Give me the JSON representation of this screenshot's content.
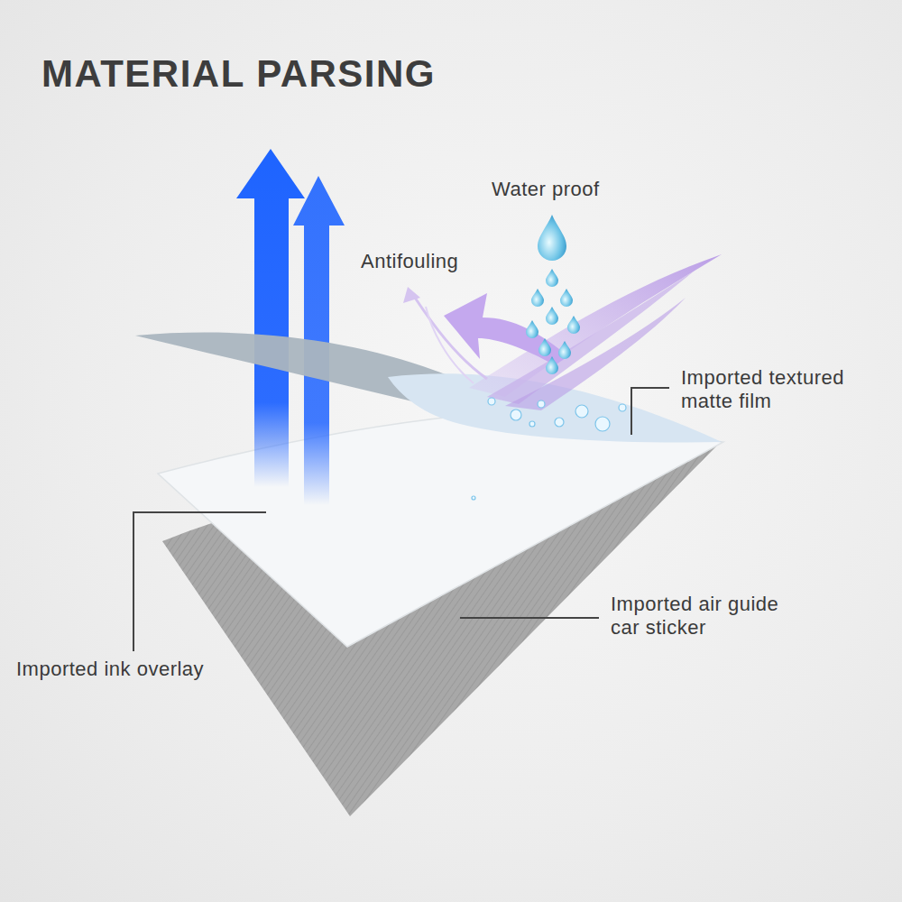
{
  "diagram": {
    "title": "MATERIAL PARSING",
    "labels": [
      "Water proof",
      "Antifouling",
      "Imported textured matte film",
      "Imported ink overlay",
      "Imported air guide car sticker"
    ]
  }
}
